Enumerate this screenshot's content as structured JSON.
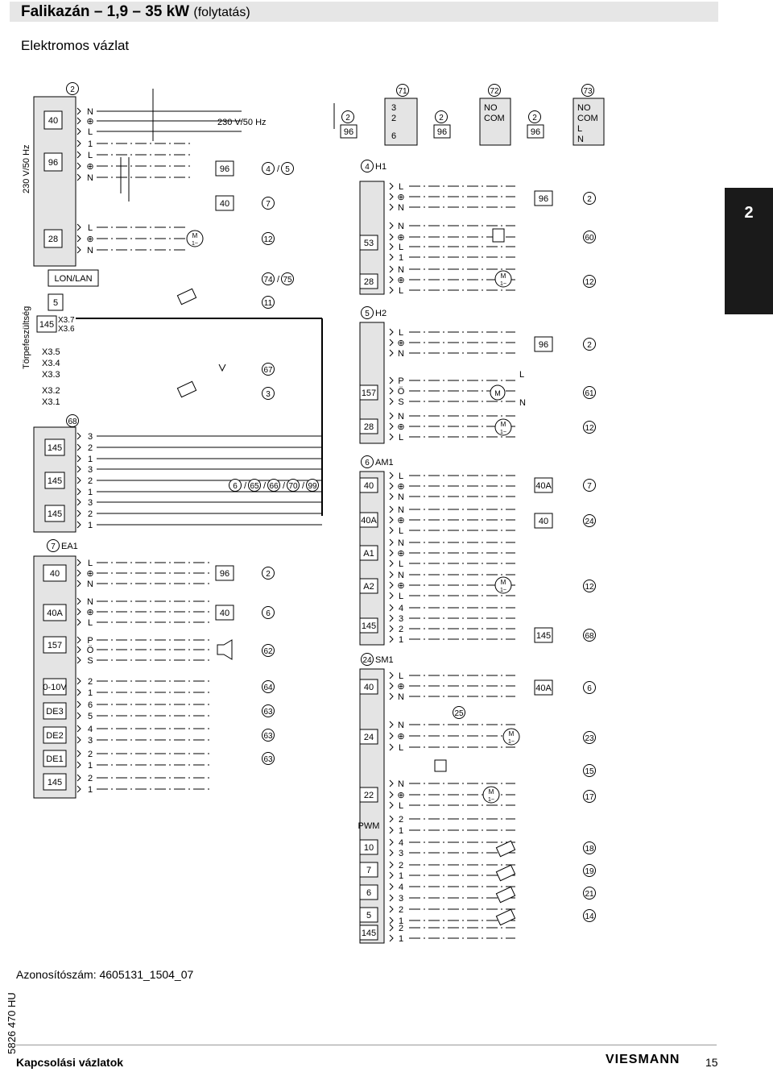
{
  "header": {
    "title_bold": "Falikazán – 1,9 – 35 kW",
    "title_suffix": "(folytatás)",
    "section": "Elektromos vázlat",
    "tab_number": "2"
  },
  "footer": {
    "ident": "Azonosítószám: 4605131_1504_07",
    "doc_number": "5826 470 HU",
    "section": "Kapcsolási vázlatok",
    "logo": "VIESMANN",
    "page": "15"
  },
  "diagram": {
    "side_labels": {
      "mains": "230 V/50 Hz",
      "low_voltage": "Törpefeszültség"
    },
    "mains_label": "230 V/50 Hz",
    "left_plugs": [
      {
        "plug": "40",
        "pins": [
          "N",
          "⊕",
          "L"
        ]
      },
      {
        "plug": "96",
        "pins": [
          "1",
          "L",
          "⊕",
          "N"
        ]
      },
      {
        "plug": "28",
        "pins": [
          "L",
          "⊕",
          "N"
        ]
      },
      {
        "plug": "LON/LAN",
        "pins": []
      },
      {
        "plug": "5",
        "pins": []
      },
      {
        "plug": "145",
        "pins": [
          "X3.7",
          "X3.6"
        ]
      },
      {
        "plug": "X3.5",
        "pins": []
      },
      {
        "plug": "X3.4",
        "pins": []
      },
      {
        "plug": "X3.3",
        "pins": []
      },
      {
        "plug": "X3.2",
        "pins": []
      },
      {
        "plug": "X3.1",
        "pins": []
      }
    ],
    "bus_plugs": [
      "145",
      "145",
      "145"
    ],
    "ea1": {
      "circle": "7",
      "label": "EA1",
      "plugs": [
        "40",
        "40A",
        "157",
        "0-10V",
        "DE3",
        "DE2",
        "DE1",
        "145"
      ]
    },
    "mid_refs": [
      {
        "plug": "96",
        "items": [
          "4",
          "/",
          "5"
        ]
      },
      {
        "plug": "40",
        "items": [
          "7"
        ]
      },
      {
        "plug": "",
        "items": [
          "12"
        ]
      },
      {
        "plug": "",
        "items": [
          "74",
          "/",
          "75"
        ]
      },
      {
        "plug": "",
        "items": [
          "11"
        ]
      },
      {
        "plug": "",
        "items": [
          "67"
        ]
      },
      {
        "plug": "",
        "items": [
          "3"
        ]
      },
      {
        "plug": "",
        "items": [
          "6",
          "/",
          "65",
          "/",
          "66",
          "/",
          "70",
          "/",
          "99"
        ]
      },
      {
        "plug": "96",
        "items": [
          "2"
        ]
      },
      {
        "plug": "40",
        "items": [
          "6"
        ]
      },
      {
        "plug": "",
        "items": [
          "62"
        ]
      },
      {
        "plug": "",
        "items": [
          "64"
        ]
      },
      {
        "plug": "",
        "items": [
          "63"
        ]
      },
      {
        "plug": "",
        "items": [
          "63"
        ]
      },
      {
        "plug": "",
        "items": [
          "63"
        ]
      }
    ],
    "modules": [
      {
        "circle": "4",
        "label": "H1",
        "plugs": [
          "53",
          "28"
        ]
      },
      {
        "circle": "5",
        "label": "H2",
        "plugs": [
          "157",
          "28"
        ]
      },
      {
        "circle": "6",
        "label": "AM1",
        "plugs": [
          "40",
          "40A",
          "A1",
          "A2",
          "145"
        ]
      },
      {
        "circle": "24",
        "label": "SM1",
        "plugs": [
          "40",
          "24",
          "22",
          "PWM",
          "10",
          "7",
          "6",
          "5",
          "145"
        ]
      }
    ],
    "top_relays": [
      {
        "circle": "71",
        "plug": "96",
        "num": "2",
        "pins": [
          "3",
          "2",
          "6"
        ]
      },
      {
        "circle": "72",
        "plug": "96",
        "num": "2",
        "pins": [
          "NO",
          "COM"
        ]
      },
      {
        "circle": "73",
        "plug": "96",
        "num": "2",
        "pins": [
          "NO",
          "COM",
          "L",
          "N"
        ]
      }
    ],
    "right_refs": [
      {
        "plug": "96",
        "ref": "2"
      },
      {
        "plug": "",
        "ref": "60"
      },
      {
        "plug": "",
        "ref": "12"
      },
      {
        "plug": "96",
        "ref": "2"
      },
      {
        "plug": "",
        "ref": "61"
      },
      {
        "plug": "",
        "ref": "12"
      },
      {
        "plug": "40A",
        "ref": "7"
      },
      {
        "plug": "40",
        "ref": "24"
      },
      {
        "plug": "",
        "ref": "12"
      },
      {
        "plug": "145",
        "ref": "68"
      },
      {
        "plug": "40A",
        "ref": "6"
      },
      {
        "plug": "",
        "ref": "23"
      },
      {
        "plug": "",
        "ref": "15"
      },
      {
        "plug": "",
        "ref": "17"
      },
      {
        "plug": "",
        "ref": "18"
      },
      {
        "plug": "",
        "ref": "19"
      },
      {
        "plug": "",
        "ref": "21"
      },
      {
        "plug": "",
        "ref": "14"
      }
    ],
    "misc": {
      "c2": "2",
      "c68": "68",
      "c25": "25",
      "motor": "M",
      "motor_ac": "1~"
    }
  }
}
